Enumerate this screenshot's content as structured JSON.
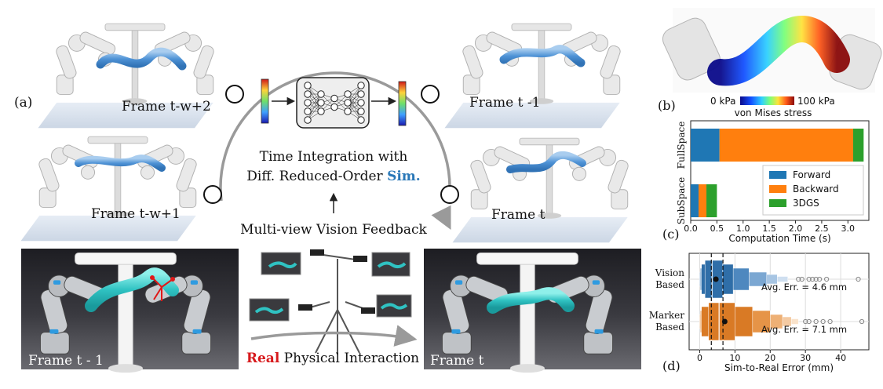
{
  "panel_labels": {
    "a": "(a)",
    "b": "(b)",
    "c": "(c)",
    "d": "(d)"
  },
  "frames": {
    "tl": "Frame t-w+2",
    "ml": "Frame t-w+1",
    "tr": "Frame t -1",
    "mr": "Frame t",
    "photo_left": "Frame t - 1",
    "photo_right": "Frame t"
  },
  "center": {
    "line1": "Time Integration with",
    "line2_prefix": "Diff. Reduced-Order ",
    "line2_highlight": "Sim.",
    "feedback": "Multi-view Vision Feedback",
    "bottom_highlight": "Real",
    "bottom_rest": " Physical Interaction"
  },
  "colorbar": {
    "min_label": "0 kPa",
    "max_label": "100 kPa",
    "caption": "von Mises stress"
  },
  "colors": {
    "sim_blue": "#2a78b8",
    "real_red": "#d7191c",
    "forward": "#1f77b4",
    "backward": "#ff7f0e",
    "gs3d": "#2ca02c",
    "teal": "#2fc2c2"
  },
  "chart_data": [
    {
      "type": "bar",
      "orientation": "horizontal",
      "stacked": true,
      "categories": [
        "FullSpace",
        "SubSpace"
      ],
      "series": [
        {
          "name": "Forward",
          "values": [
            0.55,
            0.15
          ]
        },
        {
          "name": "Backward",
          "values": [
            2.55,
            0.15
          ]
        },
        {
          "name": "3DGS",
          "values": [
            0.2,
            0.2
          ]
        }
      ],
      "xlabel": "Computation Time (s)",
      "xlim": [
        0,
        3.4
      ],
      "xticks": [
        0.0,
        0.5,
        1.0,
        1.5,
        2.0,
        2.5,
        3.0
      ],
      "legend_position": "lower-right",
      "grid": false
    },
    {
      "type": "boxen",
      "orientation": "horizontal",
      "categories": [
        "Vision\nBased",
        "Marker\nBased"
      ],
      "series": [
        {
          "name": "Vision Based",
          "median": 3.5,
          "mean": 4.6,
          "q1": 1.5,
          "q3": 6.5,
          "levels": [
            [
              0.5,
              9.5
            ],
            [
              0.2,
              14
            ],
            [
              0,
              19
            ],
            [
              0,
              22
            ],
            [
              0,
              25
            ]
          ],
          "outliers": [
            28,
            29,
            31,
            32,
            33,
            34,
            36,
            45
          ],
          "annotation": "Avg. Err. = 4.6 mm"
        },
        {
          "name": "Marker Based",
          "median": 5.5,
          "mean": 7.1,
          "q1": 2.5,
          "q3": 10,
          "levels": [
            [
              0.5,
              15
            ],
            [
              0.2,
              20
            ],
            [
              0,
              23.5
            ],
            [
              0,
              26
            ],
            [
              0,
              28
            ]
          ],
          "outliers": [
            30,
            31,
            33,
            35,
            37,
            46
          ],
          "annotation": "Avg. Err. = 7.1 mm"
        }
      ],
      "xlabel": "Sim-to-Real Error (mm)",
      "xlim": [
        -3,
        48
      ],
      "xticks": [
        0,
        10,
        20,
        30,
        40
      ],
      "dashed_lines_x": [
        3.3,
        6.6
      ],
      "grid": true
    }
  ]
}
